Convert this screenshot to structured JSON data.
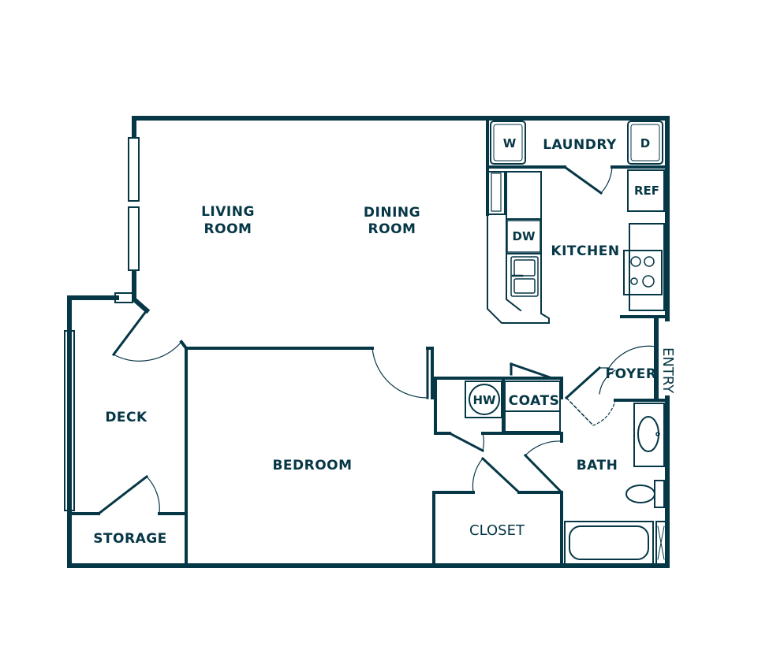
{
  "colors": {
    "wall": "#063746",
    "background": "#ffffff"
  },
  "rooms": {
    "living_room_line1": "LIVING",
    "living_room_line2": "ROOM",
    "dining_room_line1": "DINING",
    "dining_room_line2": "ROOM",
    "laundry": "LAUNDRY",
    "kitchen": "KITCHEN",
    "foyer": "FOYER",
    "entry": "ENTRY",
    "deck": "DECK",
    "bedroom": "BEDROOM",
    "bath": "BATH",
    "closet": "CLOSET",
    "storage": "STORAGE",
    "coats": "COATS"
  },
  "appliances": {
    "washer": "W",
    "dryer": "D",
    "refrigerator": "REF",
    "dishwasher": "DW",
    "water_heater": "HW"
  }
}
